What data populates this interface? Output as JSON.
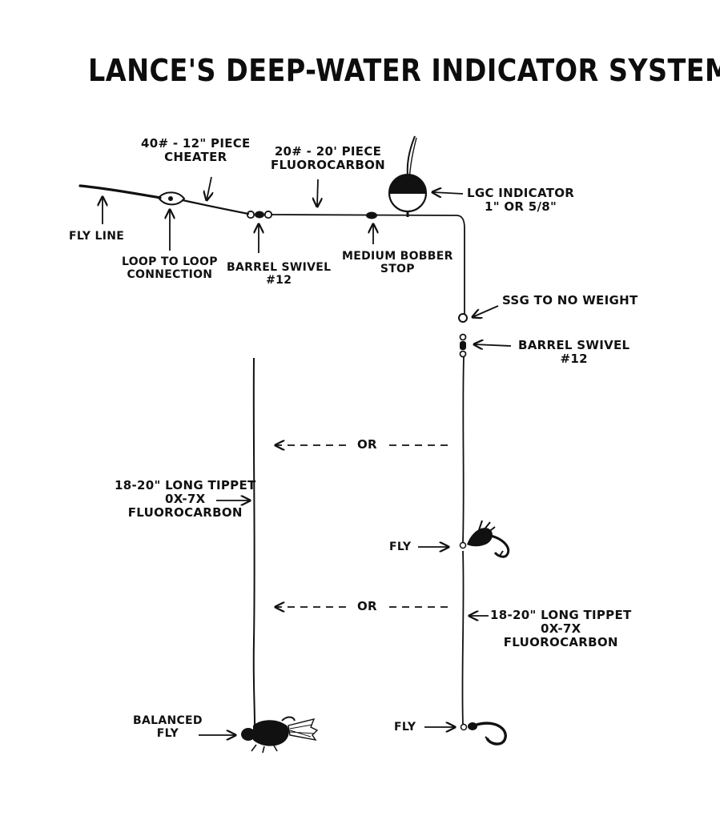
{
  "title": "LANCE'S DEEP-WATER INDICATOR SYSTEM",
  "labels": {
    "cheater_line1": "40# - 12\" PIECE",
    "cheater_line2": "CHEATER",
    "fluoro_line1": "20# - 20' PIECE",
    "fluoro_line2": "FLUOROCARBON",
    "indicator_line1": "LGC INDICATOR",
    "indicator_line2": "1\" OR 5/8\"",
    "fly_line": "FLY LINE",
    "loop_line1": "LOOP TO LOOP",
    "loop_line2": "CONNECTION",
    "swivel_top_line1": "BARREL SWIVEL",
    "swivel_top_line2": "#12",
    "bobber_stop_line1": "MEDIUM BOBBER",
    "bobber_stop_line2": "STOP",
    "weight": "SSG TO NO WEIGHT",
    "swivel_right_line1": "BARREL SWIVEL",
    "swivel_right_line2": "#12",
    "or_upper": "OR",
    "or_lower": "OR",
    "tippet_left_line1": "18-20\" LONG TIPPET",
    "tippet_left_line2": "0X-7X",
    "tippet_left_line3": "FLUOROCARBON",
    "fly_upper": "FLY",
    "tippet_right_line1": "18-20\" LONG TIPPET",
    "tippet_right_line2": "0X-7X",
    "tippet_right_line3": "FLUOROCARBON",
    "fly_lower": "FLY",
    "balanced_fly_line1": "BALANCED",
    "balanced_fly_line2": "FLY"
  },
  "colors": {
    "ink": "#111111",
    "background": "#ffffff"
  }
}
